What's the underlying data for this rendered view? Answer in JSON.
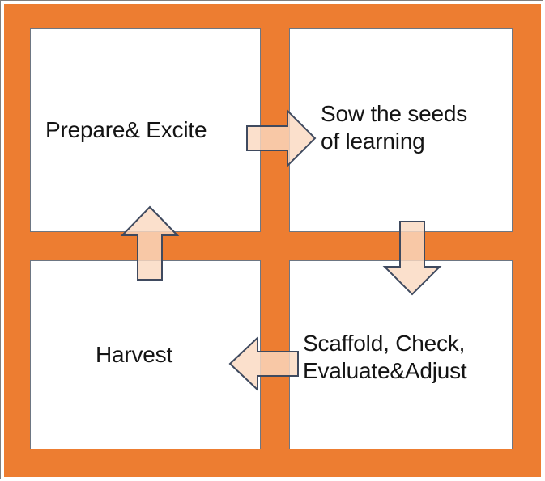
{
  "diagram": {
    "title": "Teaching cycle 2x2 quadrant diagram",
    "colors": {
      "background_orange": "#ED7D31",
      "card_white": "#FFFFFF",
      "card_border": "#6D7683",
      "arrow_fill": "#FAD9C1",
      "arrow_border": "#3F4A5F",
      "text": "#141414"
    },
    "quadrants": [
      {
        "id": "prepare-excite",
        "position": "top-left",
        "label": "Prepare& Excite"
      },
      {
        "id": "sow-seeds",
        "position": "top-right",
        "label": "Sow the seeds\nof learning"
      },
      {
        "id": "harvest",
        "position": "bottom-left",
        "label": "Harvest"
      },
      {
        "id": "scaffold-check",
        "position": "bottom-right",
        "label": "Scaffold, Check,\nEvaluate&Adjust"
      }
    ],
    "arrows": [
      {
        "id": "arrow-right",
        "icon": "arrow-right-icon",
        "direction": "right",
        "from": "prepare-excite",
        "to": "sow-seeds"
      },
      {
        "id": "arrow-down",
        "icon": "arrow-down-icon",
        "direction": "down",
        "from": "sow-seeds",
        "to": "scaffold-check"
      },
      {
        "id": "arrow-left",
        "icon": "arrow-left-icon",
        "direction": "left",
        "from": "scaffold-check",
        "to": "harvest"
      },
      {
        "id": "arrow-up",
        "icon": "arrow-up-icon",
        "direction": "up",
        "from": "harvest",
        "to": "prepare-excite"
      }
    ]
  }
}
